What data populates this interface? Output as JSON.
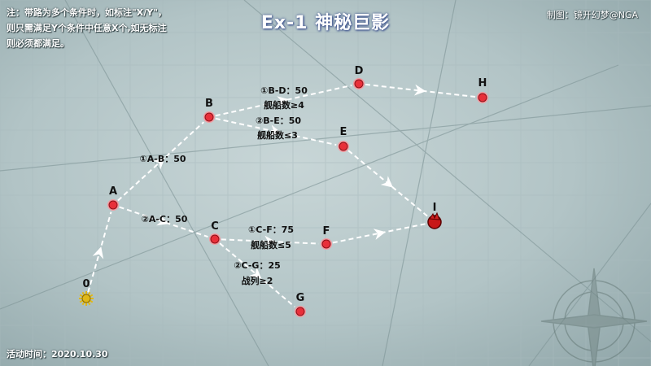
{
  "title": "Ex-1  神秘巨影",
  "note_lines": [
    "注：带路为多个条件时，如标注\"X/Y\"，",
    "则只需满足Y个条件中任意X个,如无标注",
    "则必须都满足。"
  ],
  "credit": "制图：镜开幻梦@NGA",
  "event_date": "活动时间：2020.10.30",
  "nodes": [
    {
      "id": "0",
      "label": "0",
      "type": "start"
    },
    {
      "id": "A",
      "label": "A",
      "type": "normal"
    },
    {
      "id": "B",
      "label": "B",
      "type": "normal"
    },
    {
      "id": "C",
      "label": "C",
      "type": "normal"
    },
    {
      "id": "D",
      "label": "D",
      "type": "normal"
    },
    {
      "id": "E",
      "label": "E",
      "type": "normal"
    },
    {
      "id": "F",
      "label": "F",
      "type": "normal"
    },
    {
      "id": "G",
      "label": "G",
      "type": "normal"
    },
    {
      "id": "H",
      "label": "H",
      "type": "normal"
    },
    {
      "id": "I",
      "label": "I",
      "type": "boss"
    }
  ],
  "routes": [
    {
      "from": "0",
      "to": "A"
    },
    {
      "from": "A",
      "to": "B",
      "condition": [
        "①A-B：50"
      ]
    },
    {
      "from": "A",
      "to": "C",
      "condition": [
        "②A-C：50"
      ]
    },
    {
      "from": "B",
      "to": "D",
      "condition": [
        "①B-D：50",
        "舰船数≥4"
      ]
    },
    {
      "from": "B",
      "to": "E",
      "condition": [
        "②B-E：50",
        "舰船数≤3"
      ]
    },
    {
      "from": "D",
      "to": "H"
    },
    {
      "from": "E",
      "to": "I"
    },
    {
      "from": "C",
      "to": "F",
      "condition": [
        "①C-F：75",
        "舰船数≤5"
      ]
    },
    {
      "from": "C",
      "to": "G",
      "condition": [
        "②C-G：25",
        "战列≥2"
      ]
    },
    {
      "from": "F",
      "to": "I"
    }
  ],
  "colors": {
    "node": "#e8303a",
    "boss": "#c81818",
    "start": "#e0b818",
    "route": "#ffffff"
  }
}
